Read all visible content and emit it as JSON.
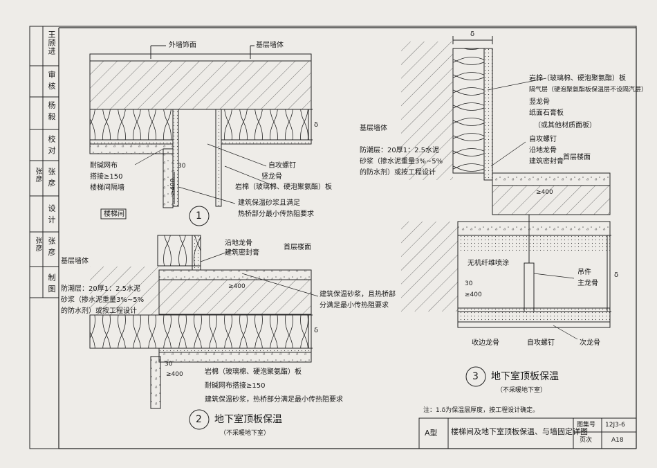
{
  "sidebar": {
    "rows": [
      {
        "role": "王顾进",
        "name": ""
      },
      {
        "role": "审 核",
        "name": ""
      },
      {
        "role": "杨 毅",
        "name": ""
      },
      {
        "role": "校 对",
        "name": ""
      },
      {
        "role": "张 彦",
        "name": "张彦"
      },
      {
        "role": "设 计",
        "name": ""
      },
      {
        "role": "张 彦",
        "name": "张彦"
      },
      {
        "role": "制 图",
        "name": ""
      }
    ]
  },
  "d1": {
    "外墙饰面": "外墙饰面",
    "基层墙体": "基层墙体",
    "delta": "δ",
    "耐碱网布": "耐碱网布",
    "搭接": "搭接≥150",
    "楼梯间隔墙": "楼梯间隔墙",
    "楼梯间": "楼梯间",
    "d30": "30",
    "d400": "≥400",
    "自攻螺钉": "自攻螺钉",
    "竖龙骨": "竖龙骨",
    "岩棉": "岩棉（玻璃棉、硬泡聚氨酯）板",
    "保温砂浆1": "建筑保温砂浆且满足",
    "保温砂浆2": "热桥部分最小传热阻要求",
    "num": "1"
  },
  "d2": {
    "沿地龙骨": "沿地龙骨",
    "建筑密封膏": "建筑密封膏",
    "首层楼面": "首层楼面",
    "基层墙体": "基层墙体",
    "防潮1": "防潮层：20厚1：2.5水泥",
    "防潮2": "砂浆（掺水泥重量3%~5%",
    "防潮3": "的防水剂）或按工程设计",
    "d400a": "≥400",
    "砂浆1": "建筑保温砂浆，且热桥部",
    "砂浆2": "分满足最小传热阻要求",
    "delta": "δ",
    "d30": "30",
    "d400b": "≥400",
    "岩棉": "岩棉（玻璃棉、硬泡聚氨酯）板",
    "耐碱": "耐碱网布搭接≥150",
    "砂浆3": "建筑保温砂浆，热桥部分满足最小传热阻要求",
    "num": "2",
    "title": "地下室顶板保温",
    "subtitle": "（不采暖地下室）"
  },
  "d3": {
    "delta_top": "δ",
    "岩棉": "岩棉（玻璃棉、硬泡聚氨酯）板",
    "隔气层": "隔气层（硬泡聚氨酯板保温层不设隔汽层）",
    "竖龙骨": "竖龙骨",
    "纸面": "纸面石膏板",
    "其他": "（或其他材质面板）",
    "基层墙体": "基层墙体",
    "防潮1": "防潮层：20厚1：2.5水泥",
    "防潮2": "砂浆（掺水泥重量3%~5%",
    "防潮3": "的防水剂）或按工程设计",
    "自攻螺钉": "自攻螺钉",
    "沿地龙骨": "沿地龙骨",
    "建筑密封膏": "建筑密封膏",
    "首层楼面": "首层楼面",
    "d400": "≥400",
    "无机": "无机纤维喷涂",
    "吊件": "吊件",
    "主龙骨": "主龙骨",
    "d30": "30",
    "d400b": "≥400",
    "delta": "δ",
    "收边": "收边龙骨",
    "自攻螺钉2": "自攻螺钉",
    "次龙骨": "次龙骨",
    "num": "3",
    "title": "地下室顶板保温",
    "subtitle": "（不采暖地下室）"
  },
  "note": "注：1.δ为保温层厚度，按工程设计确定。",
  "titleblock": {
    "type": "A型",
    "title": "楼梯间及地下室顶板保温、与墙固定详图",
    "atlas_label": "图集号",
    "atlas_value": "12J3-6",
    "page_label": "页次",
    "page_value": "A18"
  }
}
